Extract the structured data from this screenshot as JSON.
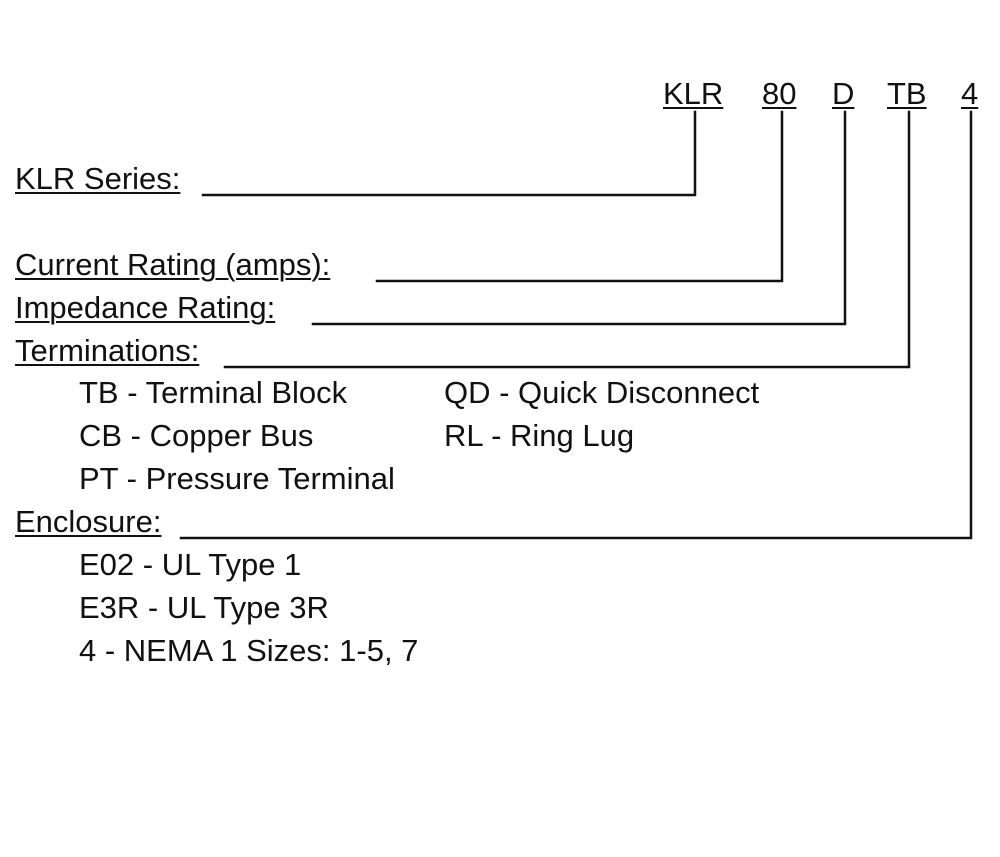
{
  "code": {
    "series": "KLR",
    "current": "80",
    "impedance": "D",
    "termination": "TB",
    "enclosure": "4"
  },
  "fields": {
    "series": "KLR Series:",
    "current": "Current Rating (amps):",
    "impedance": "Impedance Rating:",
    "terminations": "Terminations:",
    "enclosure": "Enclosure:"
  },
  "terminations": {
    "tb": "TB - Terminal Block",
    "qd": "QD - Quick Disconnect",
    "cb": "CB - Copper Bus",
    "rl": "RL - Ring Lug",
    "pt": "PT - Pressure Terminal"
  },
  "enclosures": {
    "e02": "E02 - UL Type 1",
    "e3r": "E3R - UL Type 3R",
    "nema": "4 - NEMA 1 Sizes: 1-5, 7"
  }
}
